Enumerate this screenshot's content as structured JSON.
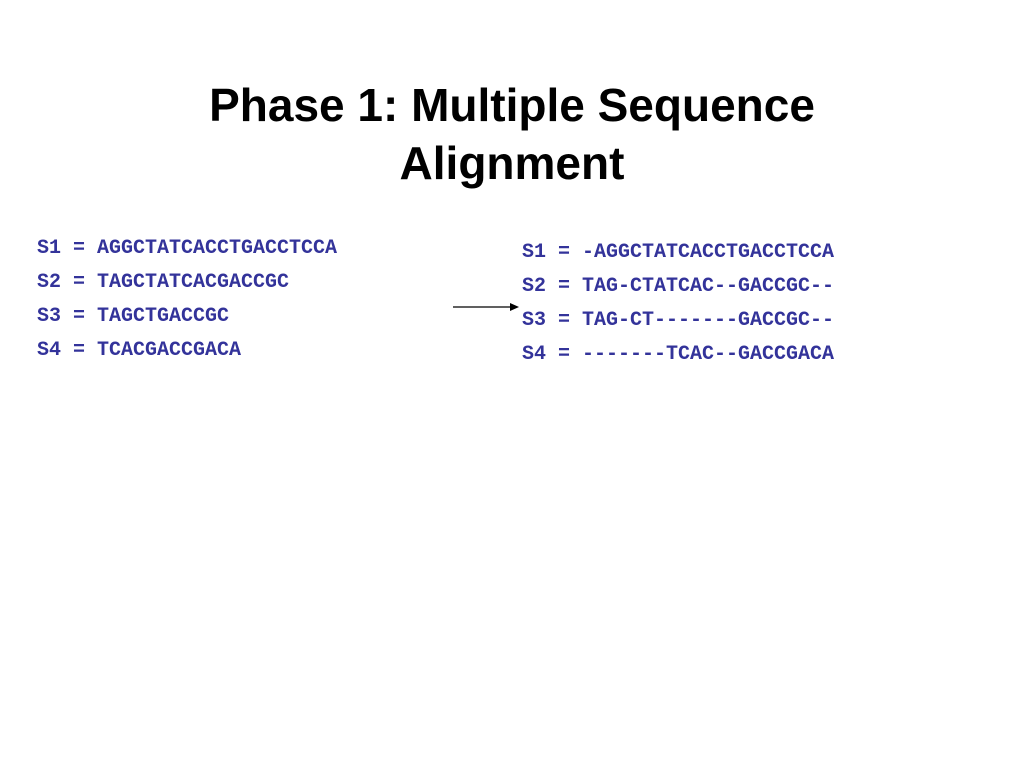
{
  "title": {
    "line1": "Phase 1: Multiple Sequence",
    "line2": "Alignment"
  },
  "original_sequences": [
    "S1 = AGGCTATCACCTGACCTCCA",
    "S2 = TAGCTATCACGACCGC",
    "S3 = TAGCTGACCGC",
    "S4 = TCACGACCGACA"
  ],
  "aligned_sequences": [
    "S1 = -AGGCTATCACCTGACCTCCA",
    "S2 = TAG-CTATCAC--GACCGC--",
    "S3 = TAG-CT-------GACCGC--",
    "S4 = -------TCAC--GACCGACA"
  ],
  "colors": {
    "title": "#000000",
    "sequence_text": "#33339a",
    "arrow": "#000000",
    "background": "#ffffff"
  },
  "icons": {
    "transform_arrow": "right-arrow-icon"
  }
}
